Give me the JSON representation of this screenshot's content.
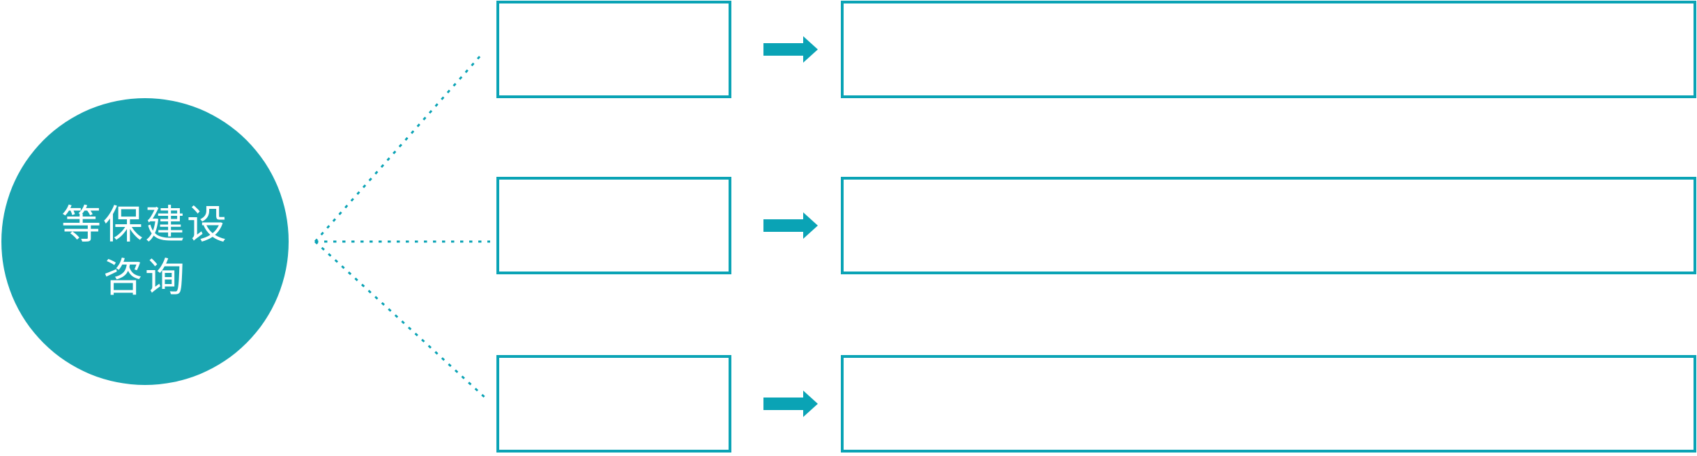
{
  "hub": {
    "line1": "等保建设",
    "line2": "咨询"
  },
  "rows": [
    {
      "small_label": "",
      "big_label": ""
    },
    {
      "small_label": "",
      "big_label": ""
    },
    {
      "small_label": "",
      "big_label": ""
    }
  ],
  "icons": {
    "flow_arrow": "right-arrow-icon",
    "connector": "dotted-line"
  },
  "colors": {
    "accent": "#0aa3b5",
    "circle_fill": "#1aa5b1",
    "label_text": "#ffffff",
    "background": "#ffffff"
  }
}
